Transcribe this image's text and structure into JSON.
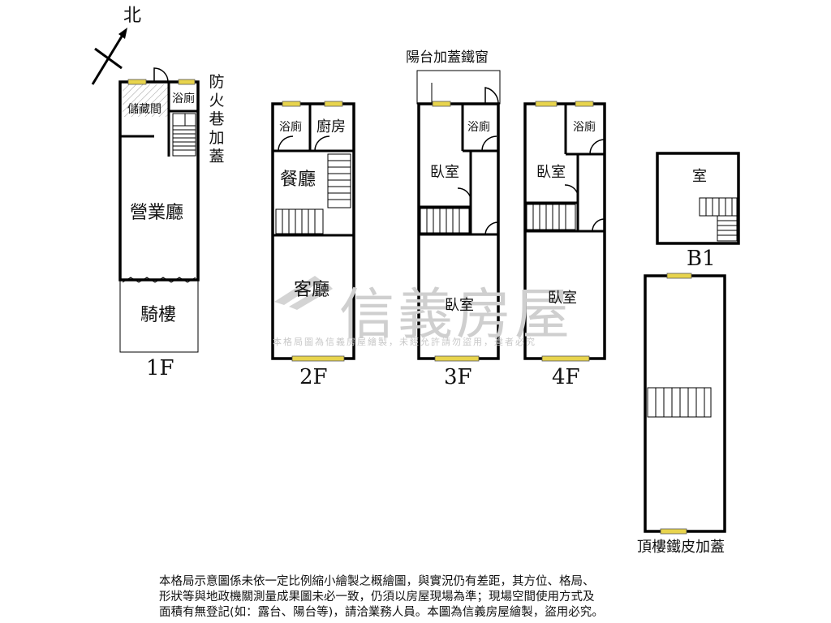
{
  "compass": {
    "north": "北"
  },
  "floors": {
    "f1": {
      "label": "1F",
      "business_hall": "營業廳",
      "storage": "儲藏間",
      "bath": "浴廁",
      "arcade": "騎樓",
      "fire_lane": "防火巷加蓋"
    },
    "f2": {
      "label": "2F",
      "bath": "浴廁",
      "kitchen": "廚房",
      "dining": "餐廳",
      "living": "客廳"
    },
    "f3": {
      "label": "3F",
      "balcony": "陽台加蓋鐵窗",
      "bath": "浴廁",
      "bedroom1": "臥室",
      "bedroom2": "臥室"
    },
    "f4": {
      "label": "4F",
      "bath": "浴廁",
      "bedroom1": "臥室",
      "bedroom2": "臥室"
    },
    "b1": {
      "label": "B1",
      "room": "室"
    },
    "roof": {
      "label": "頂樓鐵皮加蓋"
    }
  },
  "watermark": {
    "brand": "信義房屋",
    "notice": "本格局圖為信義房屋繪製，未經允許請勿盜用，違者必究"
  },
  "disclaimer": [
    "本格局示意圖係未依一定比例縮小繪製之概繪圖，與實況仍有差距，其方位、格局、",
    "形狀等與地政機關測量成果圖未必一致，仍須以房屋現場為準；現場空間使用方式及",
    "面積有無登記(如：露台、陽台等)，請洽業務人員。本圖為信義房屋繪製，盜用必究。"
  ]
}
